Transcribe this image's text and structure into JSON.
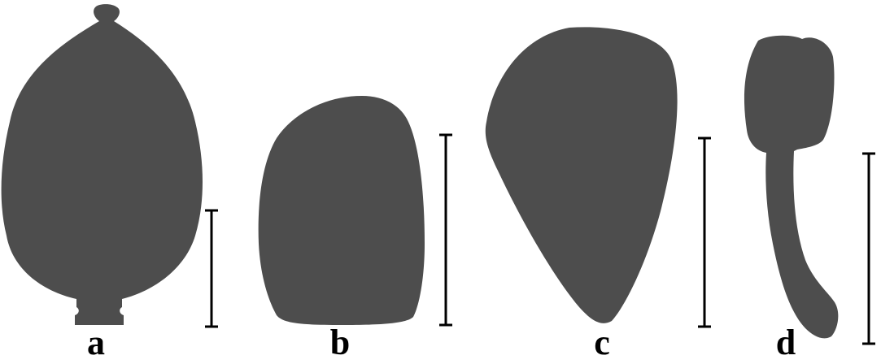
{
  "figure": {
    "background": "#ffffff",
    "silhouette_color": "#4d4d4d",
    "scale_bar_color": "#000000",
    "panels": [
      {
        "label": "a",
        "shape": "ovoid-fruit-with-apical-beak-and-basal-stalk"
      },
      {
        "label": "b",
        "shape": "oblong-rounded-seed"
      },
      {
        "label": "c",
        "shape": "obovate-teardrop-seed"
      },
      {
        "label": "d",
        "shape": "capitate-body-on-curved-stalk"
      }
    ]
  }
}
